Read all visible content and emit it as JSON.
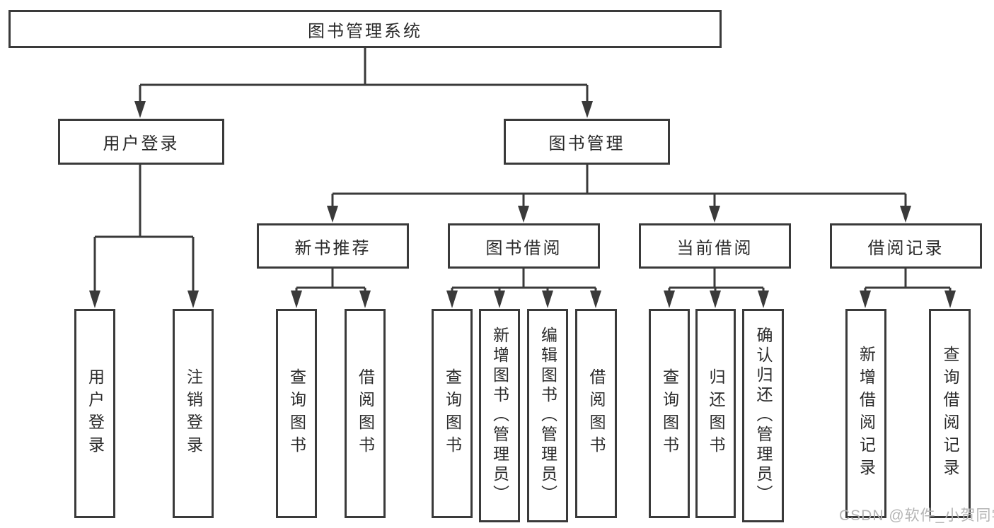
{
  "title": "图书管理系统",
  "watermark": "CSDN @软件_小贺同学",
  "branches": {
    "user": {
      "label": "用户登录",
      "children": [
        "用户登录",
        "注销登录"
      ]
    },
    "mgmt": {
      "label": "图书管理",
      "sections": [
        {
          "label": "新书推荐",
          "children": [
            "查询图书",
            "借阅图书"
          ]
        },
        {
          "label": "图书借阅",
          "children": [
            "查询图书",
            "新增图书（管理员）",
            "编辑图书（管理员）",
            "借阅图书"
          ]
        },
        {
          "label": "当前借阅",
          "children": [
            "查询图书",
            "归还图书",
            "确认归还（管理员）"
          ]
        },
        {
          "label": "借阅记录",
          "children": [
            "新增借阅记录",
            "查询借阅记录"
          ]
        }
      ]
    }
  },
  "colors": {
    "line": "#3a3a3a",
    "text": "#2b2b2b",
    "watermark_gray": "#b4b4b4"
  }
}
